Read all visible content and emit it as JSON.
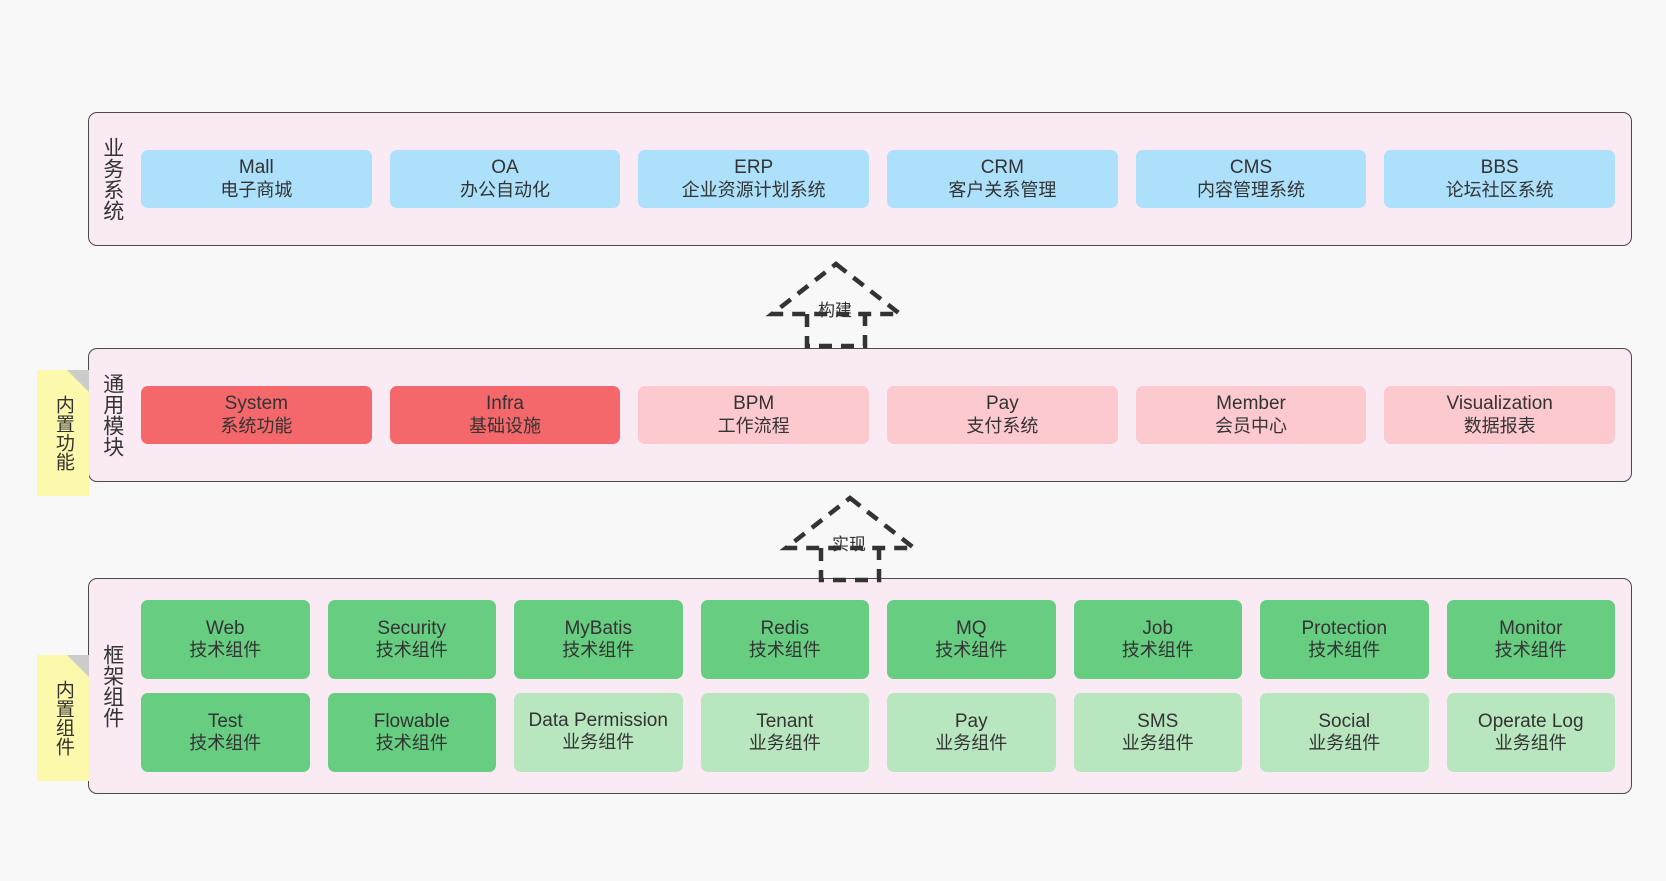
{
  "diagram": {
    "background_color": "#f8f8f8",
    "layer_fill": "#f9eaf4",
    "note_fill": "#fcf8ac",
    "colors": {
      "business_system": "#ace0fb",
      "module_core": "#f4676b",
      "module_optional": "#fcc9cf",
      "tech_component": "#67cd80",
      "biz_component": "#b8e6bf"
    }
  },
  "layers": [
    {
      "id": "business-system",
      "title": "业务系统",
      "rows": [
        {
          "cards": [
            {
              "en": "Mall",
              "cn": "电子商城",
              "style": "c-blue"
            },
            {
              "en": "OA",
              "cn": "办公自动化",
              "style": "c-blue"
            },
            {
              "en": "ERP",
              "cn": "企业资源计划系统",
              "style": "c-blue"
            },
            {
              "en": "CRM",
              "cn": "客户关系管理",
              "style": "c-blue"
            },
            {
              "en": "CMS",
              "cn": "内容管理系统",
              "style": "c-blue"
            },
            {
              "en": "BBS",
              "cn": "论坛社区系统",
              "style": "c-blue"
            }
          ]
        }
      ]
    },
    {
      "id": "common-module",
      "title": "通用模块",
      "note": "内置功能",
      "rows": [
        {
          "cards": [
            {
              "en": "System",
              "cn": "系统功能",
              "style": "c-red"
            },
            {
              "en": "Infra",
              "cn": "基础设施",
              "style": "c-red"
            },
            {
              "en": "BPM",
              "cn": "工作流程",
              "style": "c-pink"
            },
            {
              "en": "Pay",
              "cn": "支付系统",
              "style": "c-pink"
            },
            {
              "en": "Member",
              "cn": "会员中心",
              "style": "c-pink"
            },
            {
              "en": "Visualization",
              "cn": "数据报表",
              "style": "c-pink"
            }
          ]
        }
      ]
    },
    {
      "id": "framework-component",
      "title": "框架组件",
      "note": "内置组件",
      "rows": [
        {
          "cards": [
            {
              "en": "Web",
              "cn": "技术组件",
              "style": "c-green"
            },
            {
              "en": "Security",
              "cn": "技术组件",
              "style": "c-green"
            },
            {
              "en": "MyBatis",
              "cn": "技术组件",
              "style": "c-green"
            },
            {
              "en": "Redis",
              "cn": "技术组件",
              "style": "c-green"
            },
            {
              "en": "MQ",
              "cn": "技术组件",
              "style": "c-green"
            },
            {
              "en": "Job",
              "cn": "技术组件",
              "style": "c-green"
            },
            {
              "en": "Protection",
              "cn": "技术组件",
              "style": "c-green"
            },
            {
              "en": "Monitor",
              "cn": "技术组件",
              "style": "c-green"
            }
          ]
        },
        {
          "cards": [
            {
              "en": "Test",
              "cn": "技术组件",
              "style": "c-green"
            },
            {
              "en": "Flowable",
              "cn": "技术组件",
              "style": "c-green"
            },
            {
              "en": "Data Permission",
              "cn": "业务组件",
              "style": "c-lightgreen"
            },
            {
              "en": "Tenant",
              "cn": "业务组件",
              "style": "c-lightgreen"
            },
            {
              "en": "Pay",
              "cn": "业务组件",
              "style": "c-lightgreen"
            },
            {
              "en": "SMS",
              "cn": "业务组件",
              "style": "c-lightgreen"
            },
            {
              "en": "Social",
              "cn": "业务组件",
              "style": "c-lightgreen"
            },
            {
              "en": "Operate Log",
              "cn": "业务组件",
              "style": "c-lightgreen"
            }
          ]
        }
      ]
    }
  ],
  "connectors": [
    {
      "id": "build",
      "label": "构建",
      "from": "common-module",
      "to": "business-system"
    },
    {
      "id": "implement",
      "label": "实现",
      "from": "framework-component",
      "to": "common-module"
    }
  ]
}
